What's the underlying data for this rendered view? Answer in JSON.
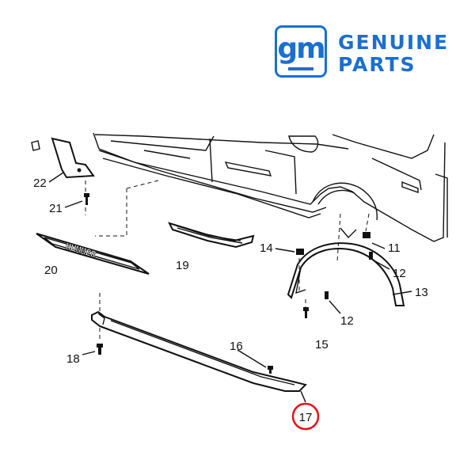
{
  "brand": {
    "logo_text": "gm",
    "line1": "GENUINE",
    "line2": "PARTS",
    "color": "#1a6fd1"
  },
  "diagram": {
    "embossed_text": "HUMMER",
    "highlight_color": "#e0141a",
    "callouts": {
      "c11": "11",
      "c12a": "12",
      "c12b": "12",
      "c13": "13",
      "c14": "14",
      "c15": "15",
      "c16": "16",
      "c17": "17",
      "c18": "18",
      "c19": "19",
      "c20": "20",
      "c21": "21",
      "c22": "22"
    },
    "highlighted_callout": "17"
  }
}
